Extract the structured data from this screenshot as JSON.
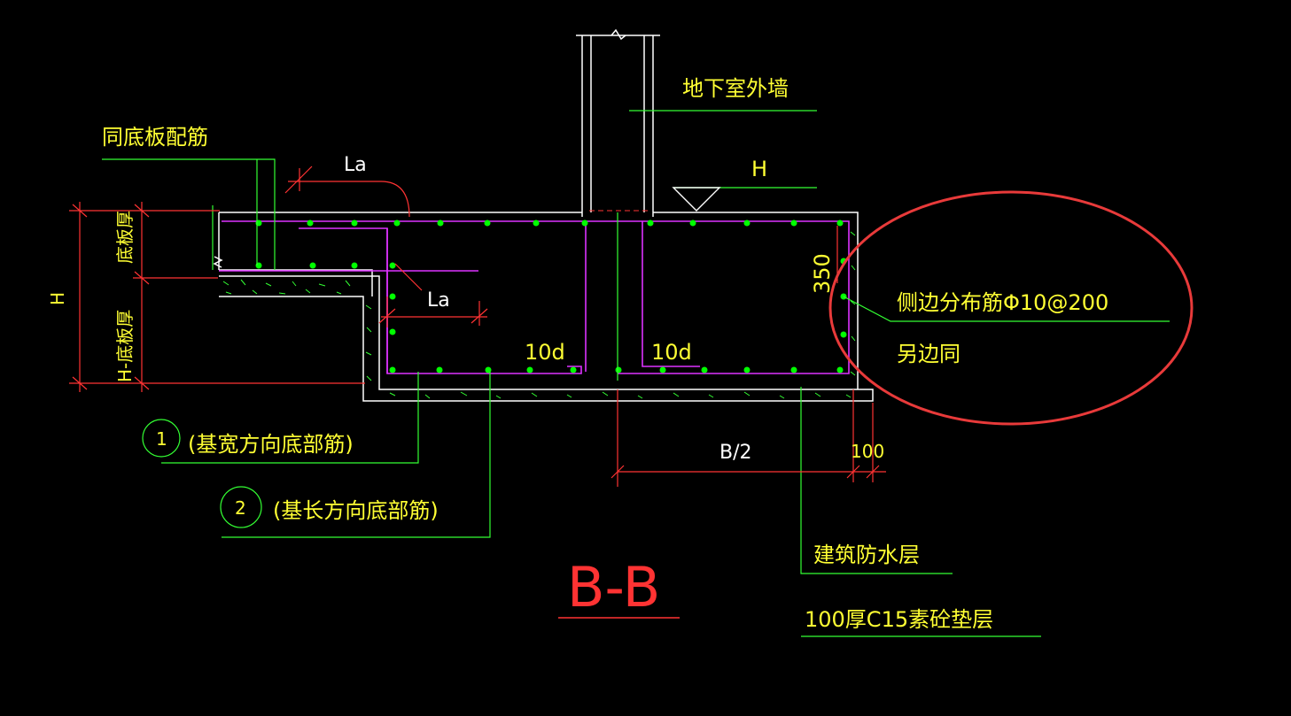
{
  "labels": {
    "wall": "地下室外墙",
    "same_slab": "同底板配筋",
    "la_top": "La",
    "la_mid": "La",
    "h_top": "H",
    "h_left": "H",
    "slab_thk": "底板厚",
    "h_minus_slab": "H-底板厚",
    "d10_left": "10d",
    "d10_right": "10d",
    "dim_350": "350",
    "side_bar": "侧边分布筋Φ10@200",
    "other_side": "另边同",
    "b_half": "B/2",
    "dim_100": "100",
    "circle_1": "1",
    "bar_1": "(基宽方向底部筋)",
    "circle_2": "2",
    "bar_2": "(基长方向底部筋)",
    "waterproof": "建筑防水层",
    "cushion": "100厚C15素砼垫层",
    "section_title": "B-B"
  },
  "colors": {
    "background": "#000000",
    "concrete_outline": "#ffffff",
    "rebar_dots": "#00ff00",
    "leader_lines": "#33ff33",
    "dimensions": "#ff3333",
    "stirrups": "#dd33ff",
    "text": "#ffff33",
    "highlight_ellipse": "#e83a3a"
  }
}
